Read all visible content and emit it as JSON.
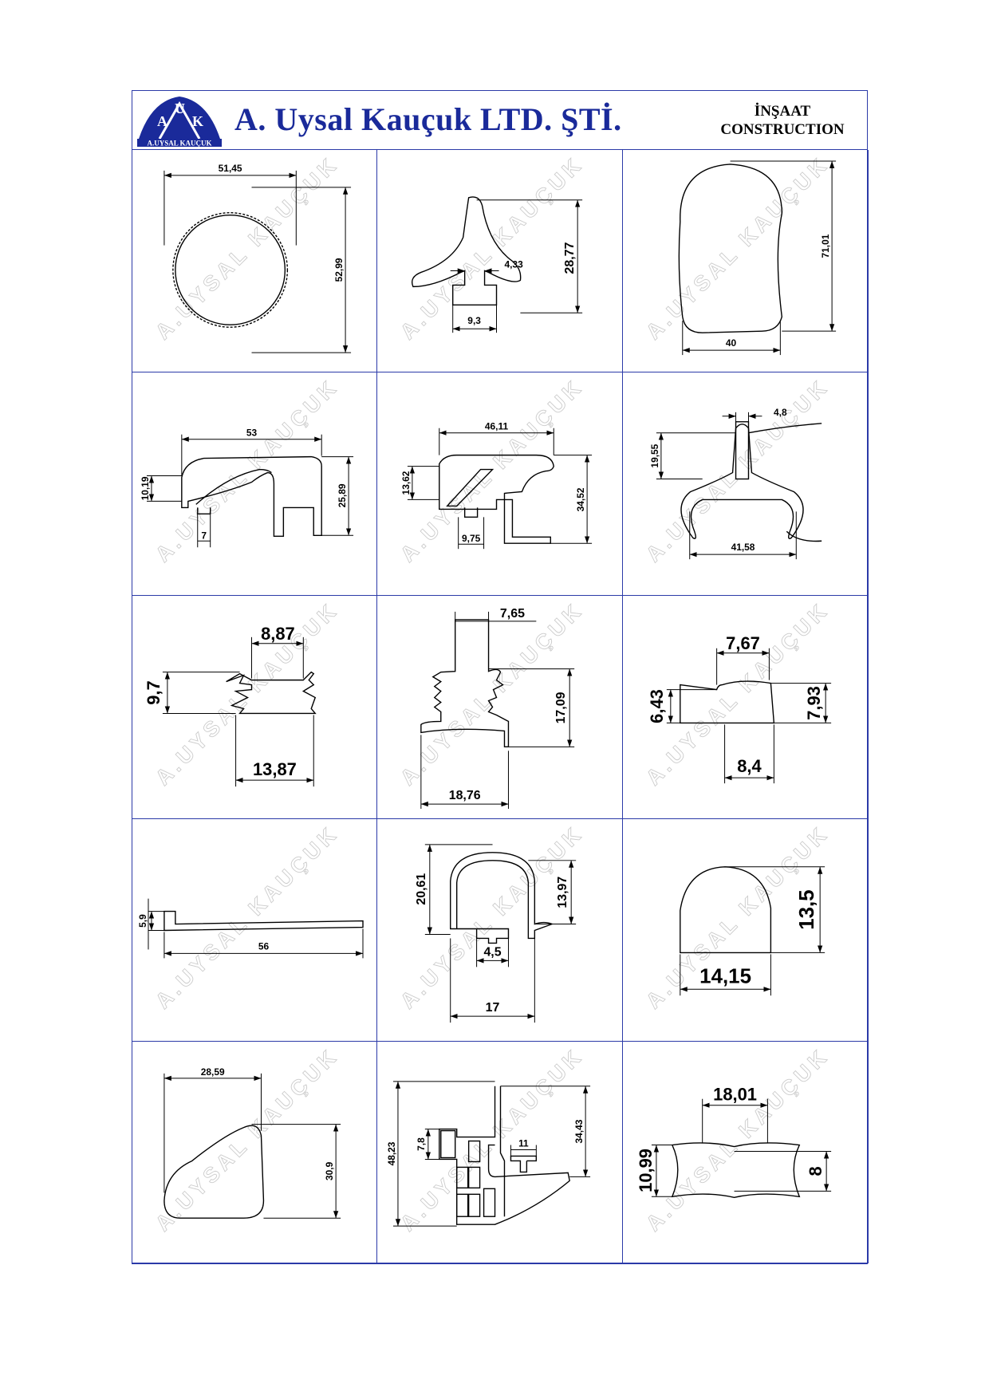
{
  "header": {
    "logo_letters": [
      "A",
      "U",
      "K"
    ],
    "logo_caption": "A.UYSAL KAUÇUK",
    "company_name": "A. Uysal Kauçuk LTD. ŞTİ.",
    "category_tr": "İNŞAAT",
    "category_en": "CONSTRUCTION"
  },
  "watermark": "A.UYSAL KAUÇUK",
  "colors": {
    "border": "#2b3aa8",
    "brand": "#1a2a9a",
    "watermark": "#cccccc"
  },
  "profiles": [
    {
      "dims": [
        "51,45",
        "52,99"
      ]
    },
    {
      "dims": [
        "4,33",
        "28,77",
        "9,3"
      ]
    },
    {
      "dims": [
        "71,01",
        "40"
      ]
    },
    {
      "dims": [
        "53",
        "10,19",
        "25,89",
        "7"
      ]
    },
    {
      "dims": [
        "46,11",
        "13,62",
        "34,52",
        "9,75"
      ]
    },
    {
      "dims": [
        "4,8",
        "19,55",
        "41,58"
      ]
    },
    {
      "dims": [
        "8,87",
        "9,7",
        "13,87"
      ]
    },
    {
      "dims": [
        "7,65",
        "17,09",
        "18,76"
      ]
    },
    {
      "dims": [
        "7,67",
        "6,43",
        "7,93",
        "8,4"
      ]
    },
    {
      "dims": [
        "5,9",
        "56"
      ]
    },
    {
      "dims": [
        "20,61",
        "13,97",
        "4,5",
        "17"
      ]
    },
    {
      "dims": [
        "13,5",
        "14,15"
      ]
    },
    {
      "dims": [
        "28,59",
        "30,9"
      ]
    },
    {
      "dims": [
        "48,23",
        "7,8",
        "11",
        "34,43"
      ]
    },
    {
      "dims": [
        "18,01",
        "10,99",
        "8"
      ]
    }
  ]
}
